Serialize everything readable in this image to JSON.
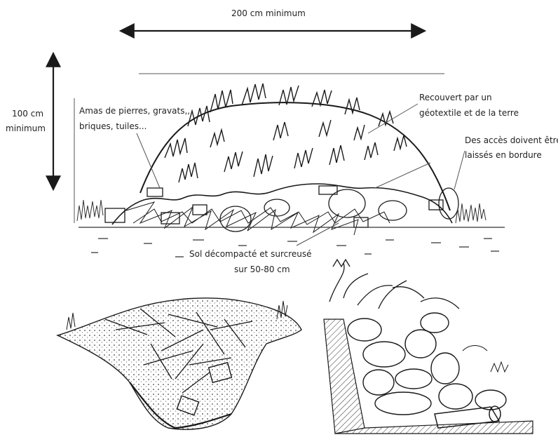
{
  "dimensions": {
    "width_label": "200 cm  minimum",
    "height_label_line1": "100 cm",
    "height_label_line2": "minimum"
  },
  "labels": {
    "stones": {
      "line1": "Amas de pierres, gravats,,",
      "line2": "briques, tuiles..."
    },
    "cover": {
      "line1": "Recouvert par un",
      "line2": "géotextile et de la terre"
    },
    "access": {
      "line1": "Des accès doivent être",
      "line2": "laissés en bordure"
    },
    "soil": {
      "line1": "Sol décompacté et surcreusé",
      "line2": "sur 50-80 cm"
    }
  },
  "illustrations": [
    "rubble-pit-sketch",
    "stone-wall-planting-sketch"
  ],
  "colors": {
    "ink": "#1a1a1a",
    "background": "#ffffff"
  }
}
